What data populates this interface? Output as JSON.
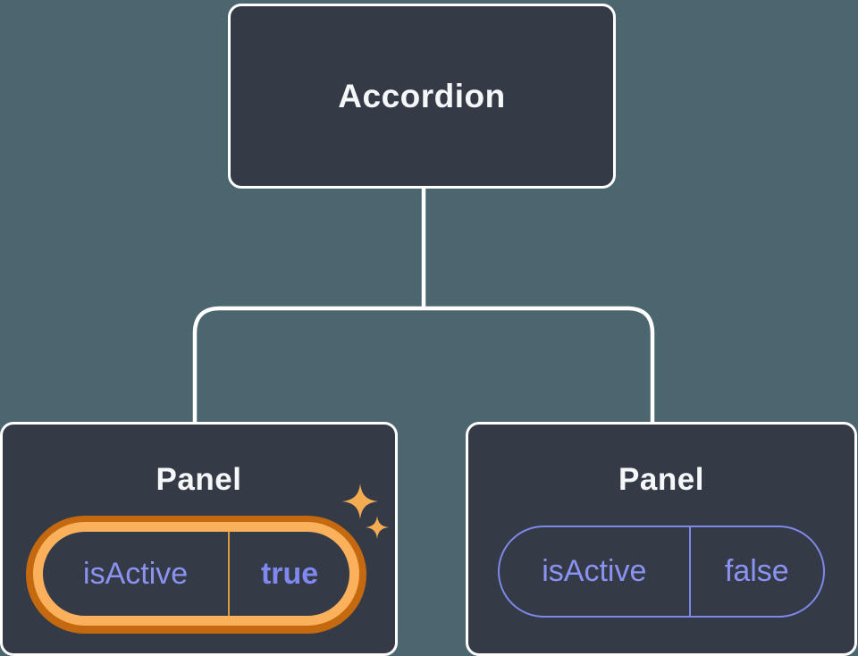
{
  "tree": {
    "root": {
      "label": "Accordion"
    },
    "children": [
      {
        "label": "Panel",
        "state_name": "isActive",
        "state_value": "true",
        "highlighted": true
      },
      {
        "label": "Panel",
        "state_name": "isActive",
        "state_value": "false",
        "highlighted": false
      }
    ]
  },
  "icons": {
    "sparkle_large": "sparkle-icon",
    "sparkle_small": "sparkle-icon"
  },
  "colors": {
    "background": "#4C6670",
    "node_fill": "#353A47",
    "node_border": "#FFFFFF",
    "connector": "#FFFFFF",
    "state_text_purple": "#8A93F2",
    "state_value_purple": "#7F88EF",
    "inactive_pill_border": "#7E88E8",
    "highlight_ring_outer": "#C4690F",
    "highlight_ring_inner": "#FBB05C",
    "highlight_divider": "#DC9B3B",
    "sparkle": "#F4AC52"
  }
}
